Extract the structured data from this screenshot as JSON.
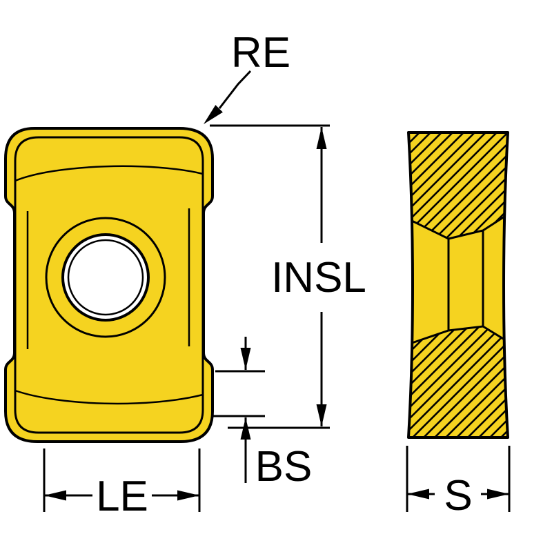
{
  "diagram": {
    "labels": {
      "re": "RE",
      "insl": "INSL",
      "bs": "BS",
      "le": "LE",
      "s": "S"
    },
    "colors": {
      "insert_fill": "#F5D320",
      "line": "#000000",
      "background": "#FFFFFF"
    }
  }
}
